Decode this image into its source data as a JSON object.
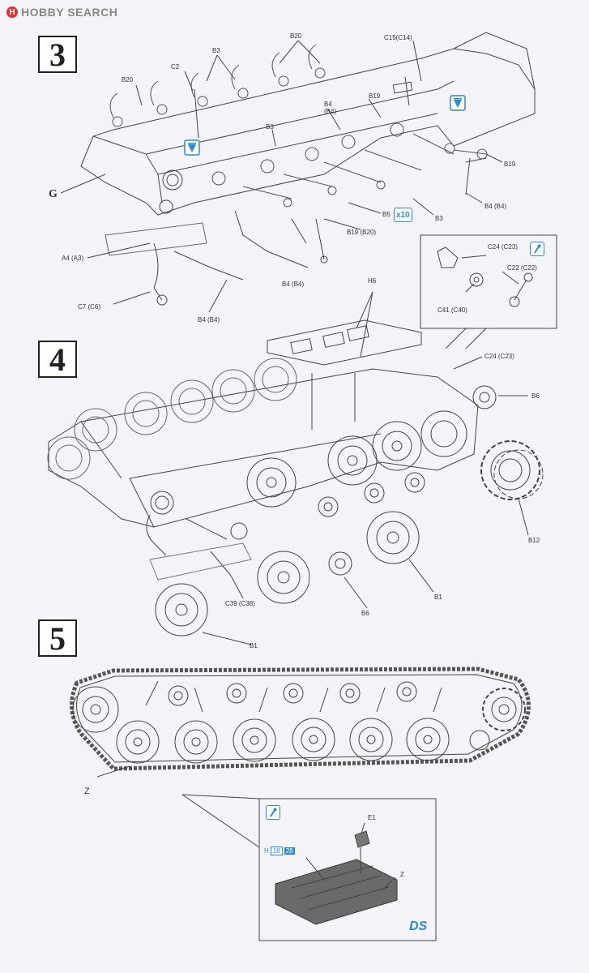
{
  "watermark": {
    "logo_letter": "H",
    "text": "HOBBY SEARCH"
  },
  "steps": [
    {
      "number": "3"
    },
    {
      "number": "4"
    },
    {
      "number": "5"
    }
  ],
  "step3": {
    "labels": {
      "b20_top": "B20",
      "b3_top": "B3",
      "c2": "C2",
      "c15": "C15(C14)",
      "b20_left": "B20",
      "b4_b4_top": "B4\n(B4)",
      "b19_top": "B19",
      "b3_mid": "B3",
      "b19_right": "B19",
      "g": "G",
      "b4_b4_right": "B4 (B4)",
      "b5": "B5",
      "b3_right": "B3",
      "a4_a3": "A4 (A3)",
      "b19_b20": "B19 (B20)",
      "b4_b4_mid": "B4 (B4)",
      "c7_c6": "C7 (C6)",
      "b4_b4_bottom": "B4 (B4)"
    },
    "qty": "x10"
  },
  "callout": {
    "labels": {
      "c24_c23": "C24 (C23)",
      "c22_c22": "C22 (C22)",
      "c41_c40": "C41 (C40)"
    }
  },
  "step4": {
    "labels": {
      "h6": "H6",
      "c24_c23": "C24 (C23)",
      "b6_right": "B6",
      "b12": "B12",
      "b1_right": "B1",
      "c39_c38": "C39 (C38)",
      "b6_bottom": "B6",
      "b1_bottom": "B1"
    }
  },
  "step5": {
    "labels": {
      "z_main": "Z",
      "e1": "E1",
      "z_detail": "Z"
    },
    "h_numbers": {
      "prefix": "H",
      "first": "18",
      "second": "28"
    },
    "brand": "DS"
  },
  "colors": {
    "accent": "#2a8bd1",
    "line": "#444444",
    "paper": "#f4f3f7"
  }
}
